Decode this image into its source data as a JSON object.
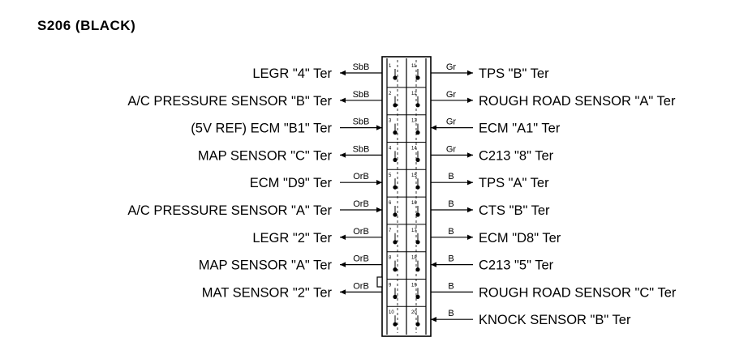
{
  "connector": {
    "title": "S206 (BLACK)"
  },
  "left": [
    {
      "label": "LEGR \"4\" Ter",
      "wire": "SbB",
      "arrow": "out"
    },
    {
      "label": "A/C PRESSURE SENSOR \"B\" Ter",
      "wire": "SbB",
      "arrow": "out"
    },
    {
      "label": "(5V REF) ECM \"B1\" Ter",
      "wire": "SbB",
      "arrow": "in"
    },
    {
      "label": "MAP SENSOR \"C\" Ter",
      "wire": "SbB",
      "arrow": "out"
    },
    {
      "label": "ECM \"D9\" Ter",
      "wire": "OrB",
      "arrow": "in"
    },
    {
      "label": "A/C PRESSURE SENSOR \"A\" Ter",
      "wire": "OrB",
      "arrow": "in"
    },
    {
      "label": "LEGR \"2\" Ter",
      "wire": "OrB",
      "arrow": "out"
    },
    {
      "label": "MAP SENSOR \"A\" Ter",
      "wire": "OrB",
      "arrow": "out"
    },
    {
      "label": "MAT SENSOR \"2\" Ter",
      "wire": "OrB",
      "arrow": "out"
    }
  ],
  "right": [
    {
      "label": "TPS \"B\" Ter",
      "wire": "Gr",
      "arrow": "out"
    },
    {
      "label": "ROUGH ROAD SENSOR \"A\" Ter",
      "wire": "Gr",
      "arrow": "out"
    },
    {
      "label": "ECM \"A1\" Ter",
      "wire": "Gr",
      "arrow": "in"
    },
    {
      "label": "C213 \"8\" Ter",
      "wire": "Gr",
      "arrow": "out"
    },
    {
      "label": "TPS \"A\" Ter",
      "wire": "B",
      "arrow": "out"
    },
    {
      "label": "CTS \"B\" Ter",
      "wire": "B",
      "arrow": "out"
    },
    {
      "label": "ECM \"D8\" Ter",
      "wire": "B",
      "arrow": "out"
    },
    {
      "label": "C213 \"5\" Ter",
      "wire": "B",
      "arrow": "in"
    },
    {
      "label": "ROUGH ROAD SENSOR \"C\" Ter",
      "wire": "B",
      "arrow": "none"
    },
    {
      "label": "KNOCK SENSOR \"B\" Ter",
      "wire": "B",
      "arrow": "in"
    }
  ],
  "pins_left": [
    "1",
    "2",
    "3",
    "4",
    "5",
    "6",
    "7",
    "8",
    "9",
    "10"
  ],
  "pins_right": [
    "11",
    "12",
    "13",
    "14",
    "15",
    "16",
    "17",
    "18",
    "19",
    "20"
  ]
}
